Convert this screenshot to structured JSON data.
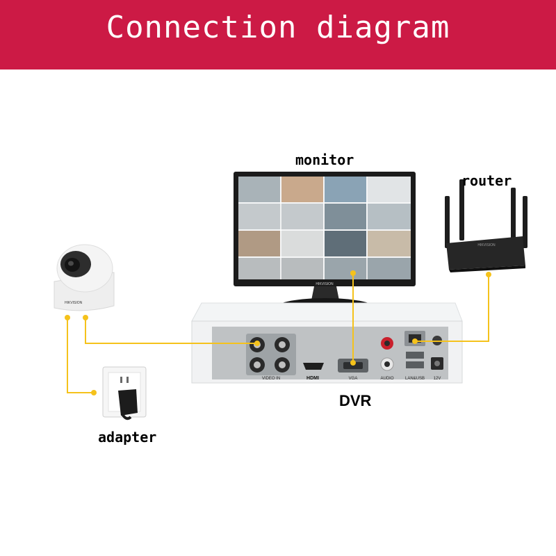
{
  "header": {
    "title": "Connection diagram"
  },
  "labels": {
    "monitor": "monitor",
    "router": "router",
    "dvr": "DVR",
    "adapter": "adapter"
  },
  "device_text": {
    "camera_brand": "HIKVISION",
    "monitor_brand": "HIKVISION",
    "router_brand": "HIKVISION",
    "video_in": "VIDEO IN",
    "hdmi": "HDMI",
    "vga": "VGA",
    "audio": "AUDIO",
    "lan_usb": "LAN&USB",
    "power": "12V"
  },
  "colors": {
    "banner": "#cc1a45",
    "connector_line": "#f5c21b",
    "connector_dot": "#f5c21b"
  },
  "icons": [
    "dome-camera-icon",
    "monitor-icon",
    "router-icon",
    "dvr-icon",
    "wall-socket-icon",
    "power-adapter-icon"
  ]
}
